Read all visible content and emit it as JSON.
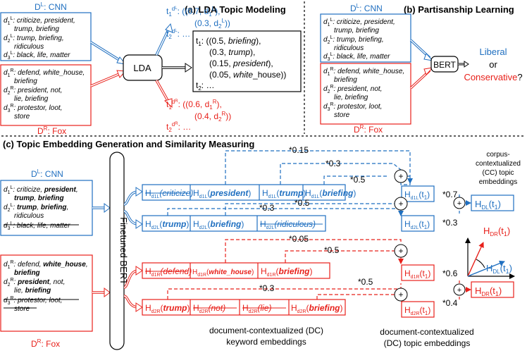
{
  "colors": {
    "cnn": "#1f6fc0",
    "fox": "#e8201a",
    "ink": "#000000"
  },
  "panel_a": {
    "title": "(a) LDA Topic Modeling",
    "cnn_label": "D",
    "cnn_sup": "L",
    "cnn_name": ": CNN",
    "cnn_docs": [
      {
        "id": "d1",
        "sup": "L",
        "l1": ": criticize, president,",
        "l2": "trump, briefing"
      },
      {
        "id": "d2",
        "sup": "L",
        "l1": ": trump, briefing,",
        "l2": "ridiculous"
      },
      {
        "id": "d3",
        "sup": "L",
        "l1": ": black, life, matter",
        "l2": ""
      }
    ],
    "fox_docs": [
      {
        "id": "d1",
        "sup": "R",
        "l1": ": defend, white_house,",
        "l2": "briefing"
      },
      {
        "id": "d2",
        "sup": "R",
        "l1": ": president, not,",
        "l2": "lie, briefing"
      },
      {
        "id": "d3",
        "sup": "R",
        "l1": ": protestor, loot,",
        "l2": "store"
      }
    ],
    "fox_label": "D",
    "fox_sup": "R",
    "fox_name": ": Fox",
    "lda": "LDA",
    "t1_dl": "t₁ᵈᴸ: ((0.7, d₁ᴸ),",
    "t1_dl_2": "(0.3, d₂ᴸ))",
    "t2_dl": "t₂ᵈᴸ: …",
    "t1_dr": "t₁ᵈᴿ: ((0.6, d₁ᴿ),",
    "t1_dr_2": "(0.4, d₂ᴿ))",
    "t2_dr": "t₂ᵈᴿ: …",
    "topic_lines": [
      "t₁: ((0.5, briefing),",
      "(0.3, trump),",
      "(0.15, president),",
      "(0.05, white_house))",
      "t₂: …"
    ]
  },
  "panel_b": {
    "title": "(b) Partisanship Learning",
    "bert": "BERT",
    "liberal": "Liberal",
    "or": "or",
    "conservative": "Conservative",
    "q": "?"
  },
  "panel_c": {
    "title": "(c) Topic Embedding Generation and Similarity Measuring",
    "finetuned_bert": "Finetuned BERT",
    "row1": [
      "criticize",
      "president",
      "trump",
      "briefing"
    ],
    "row2": [
      "trump",
      "briefing",
      "ridiculous"
    ],
    "row3": [
      "defend",
      "white_house",
      "briefing"
    ],
    "row4": [
      "trump",
      "not",
      "lie",
      "briefing"
    ],
    "w_r1": [
      "*0.15",
      "*0.3",
      "*0.5"
    ],
    "w_r2": [
      "*0.3",
      "*0.5"
    ],
    "w_r3": [
      "*0.05",
      "*0.5"
    ],
    "w_r4": [
      "*0.3",
      "*0.5"
    ],
    "h_d1l_t1": "Hᵈ¹ᴸ(t₁)",
    "h_d2l_t1": "Hᵈ²ᴸ(t₁)",
    "h_d1r_t1": "Hᵈ¹ᴿ(t₁)",
    "h_d2r_t1": "Hᵈ²ᴿ(t₁)",
    "w_cl1": "*0.7",
    "w_cl2": "*0.3",
    "w_cr1": "*0.6",
    "w_cr2": "*0.4",
    "hdl": "Hᴰᴸ(t₁)",
    "hdr": "Hᴰᴿ(t₁)",
    "cc_label": [
      "corpus-",
      "contextualized",
      "(CC) topic",
      "embeddings"
    ],
    "dc_kw_label": [
      "document-contextualized (DC)",
      "keyword embeddings"
    ],
    "dc_topic_label": [
      "document-contextualized",
      "(DC)  topic embeddings"
    ]
  }
}
